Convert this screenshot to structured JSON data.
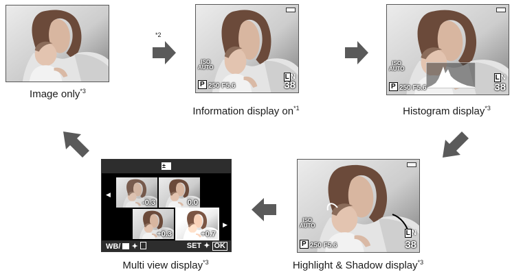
{
  "screens": {
    "image_only": {
      "caption": "Image only",
      "note": "*3"
    },
    "info_display": {
      "caption": "Information display on",
      "note": "*1",
      "iso_top": "ISO",
      "iso_bottom": "AUTO",
      "mode": "P",
      "shutter": "250",
      "aperture": "F5.6",
      "quality": "L",
      "quality_suffix": "N",
      "count": "38"
    },
    "histogram": {
      "caption": "Histogram display",
      "note": "*3",
      "iso_top": "ISO",
      "iso_bottom": "AUTO",
      "mode": "P",
      "shutter": "250",
      "aperture": "F5.6",
      "quality": "L",
      "quality_suffix": "N",
      "count": "38"
    },
    "highlight_shadow": {
      "caption": "Highlight & Shadow display",
      "note": "*3",
      "iso_top": "ISO",
      "iso_bottom": "AUTO",
      "mode": "P",
      "shutter": "250",
      "aperture": "F5.6",
      "quality": "L",
      "quality_suffix": "N",
      "count": "38"
    },
    "multi_view": {
      "caption": "Multi view display",
      "note": "*3",
      "thumbs": [
        "-0.3",
        "0.0",
        "+0.3",
        "+0.7"
      ],
      "bottom_left": "WB/",
      "bottom_right": "SET",
      "ok_label": "OK"
    }
  },
  "transition_note": "*2",
  "colors": {
    "arrow": "#5a5a5a",
    "screen_border": "#555555"
  },
  "icons": [
    "arrow-right-icon",
    "arrow-down-left-icon",
    "arrow-left-icon",
    "arrow-up-left-icon",
    "exposure-comp-icon",
    "battery-icon"
  ]
}
